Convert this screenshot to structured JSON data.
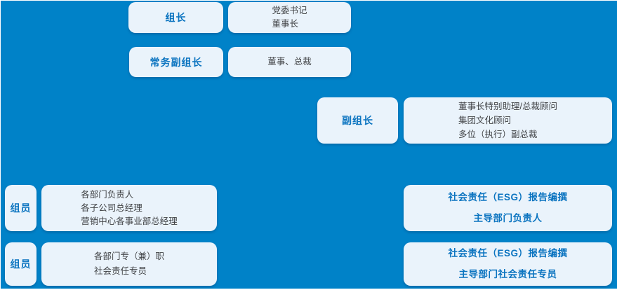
{
  "colors": {
    "background": "#0082C8",
    "box_fill": "#EAF3FB",
    "accent_blue_text": "#0B74C0",
    "dark_text": "#404245"
  },
  "org_chart": {
    "leader": {
      "role": "组长",
      "holders": [
        "党委书记",
        "董事长"
      ]
    },
    "executive_deputy_leader": {
      "role": "常务副组长",
      "holders": [
        "董事、总裁"
      ]
    },
    "deputy_leader": {
      "role": "副组长",
      "holders": [
        "董事长特别助理/总裁顾问",
        "集团文化顾问",
        "多位（执行）副总裁"
      ]
    },
    "member_group_1": {
      "role": "组员",
      "holders": [
        "各部门负责人",
        "各子公司总经理",
        "营销中心各事业部总经理"
      ]
    },
    "member_group_2": {
      "role": "组员",
      "holders": [
        "各部门专（兼）职",
        "社会责任专员"
      ]
    },
    "esg_report_lead_department": {
      "lines": [
        "社会责任（ESG）报告编撰",
        "主导部门负责人"
      ]
    },
    "esg_report_lead_specialist": {
      "lines": [
        "社会责任（ESG）报告编撰",
        "主导部门社会责任专员"
      ]
    }
  }
}
